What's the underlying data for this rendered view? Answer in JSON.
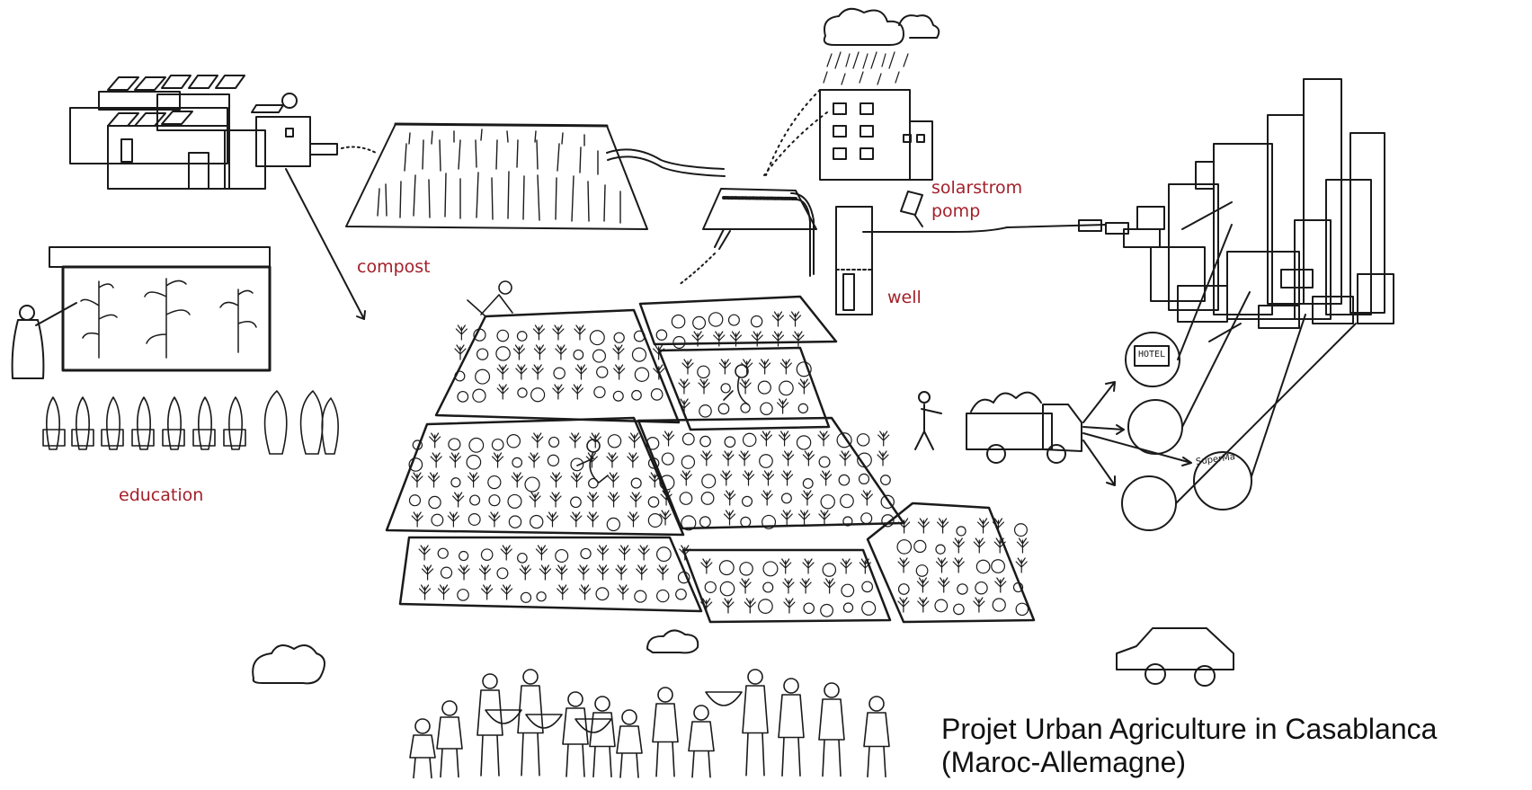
{
  "labels": {
    "compost": "compost",
    "solarstrom": "solarstrom",
    "pomp": "pomp",
    "well": "well",
    "education": "education",
    "hotel_sign": "HOTEL",
    "supermarket_sign": "SuperMa"
  },
  "caption": {
    "line1": "Projet Urban Agriculture in Casablanca",
    "line2": "(Maroc-Allemagne)"
  },
  "colors": {
    "ink": "#1a1a1a",
    "label_red": "#a3202a",
    "background": "#ffffff"
  }
}
